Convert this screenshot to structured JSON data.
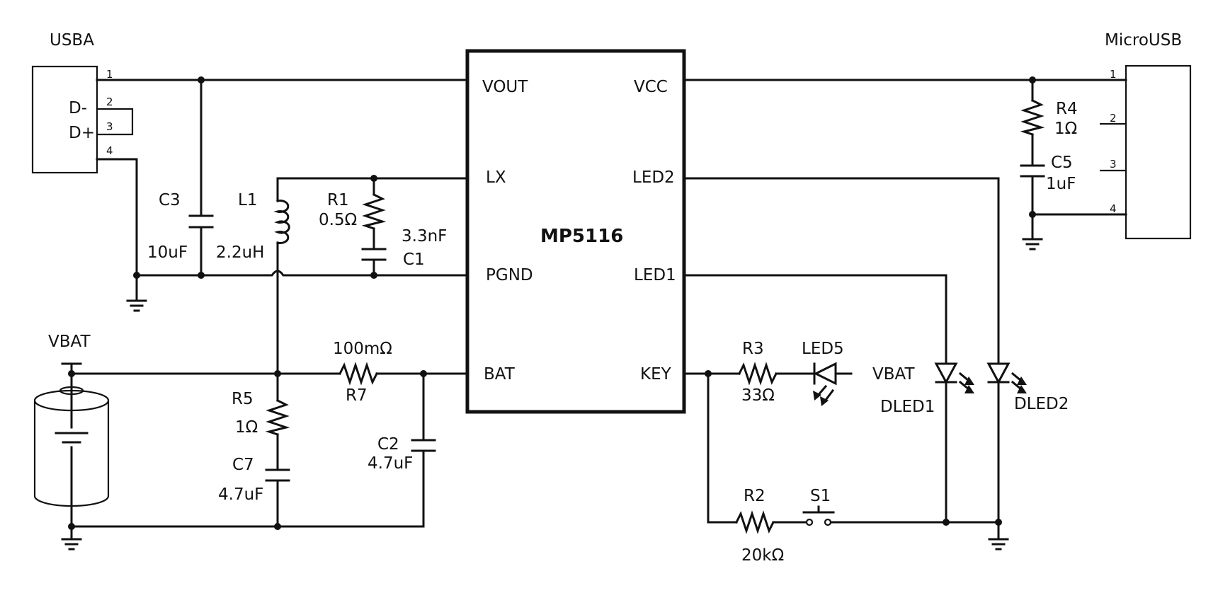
{
  "title": "MP5116",
  "chip": {
    "name": "MP5116",
    "pins_left": [
      "VOUT",
      "LX",
      "PGND",
      "BAT"
    ],
    "pins_right": [
      "VCC",
      "LED2",
      "LED1",
      "KEY"
    ]
  },
  "connectors": {
    "usba": {
      "label": "USBA",
      "pins": [
        "1",
        "2",
        "3",
        "4"
      ],
      "signals": [
        "D-",
        "D+"
      ]
    },
    "microusb": {
      "label": "MicroUSB",
      "pins": [
        "1",
        "2",
        "3",
        "4"
      ]
    }
  },
  "components": {
    "c3": {
      "ref": "C3",
      "value": "10uF"
    },
    "l1": {
      "ref": "L1",
      "value": "2.2uH"
    },
    "r1": {
      "ref": "R1",
      "value": "0.5Ω"
    },
    "c1": {
      "ref": "C1",
      "value": "3.3nF"
    },
    "r4": {
      "ref": "R4",
      "value": "1Ω"
    },
    "c5": {
      "ref": "C5",
      "value": "1uF"
    },
    "r5": {
      "ref": "R5",
      "value": "1Ω"
    },
    "c7": {
      "ref": "C7",
      "value": "4.7uF"
    },
    "r7": {
      "ref": "R7",
      "value": "100mΩ"
    },
    "c2": {
      "ref": "C2",
      "value": "4.7uF"
    },
    "r3": {
      "ref": "R3",
      "value": "33Ω"
    },
    "led5": {
      "ref": "LED5"
    },
    "r2": {
      "ref": "R2",
      "value": "20kΩ"
    },
    "s1": {
      "ref": "S1"
    },
    "dled1": {
      "ref": "DLED1"
    },
    "dled2": {
      "ref": "DLED2"
    }
  },
  "nets": {
    "vbat_battery": "VBAT",
    "vbat_led5": "VBAT"
  }
}
